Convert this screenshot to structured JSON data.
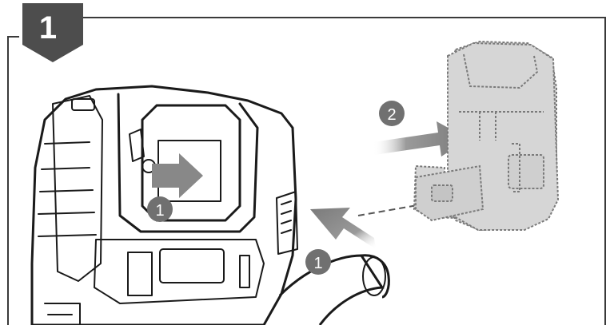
{
  "step": {
    "number": "1"
  },
  "callouts": {
    "trigger_press": "1",
    "insert_battery": "2",
    "release_tab": "1"
  },
  "colors": {
    "frame": "#3a3a3a",
    "step_badge_fill": "#4d4d4d",
    "step_badge_text": "#ffffff",
    "callout_fill": "#707070",
    "callout_text": "#ffffff",
    "arrow_fill": "#8c8c8c",
    "tool_stroke": "#1a1a1a",
    "battery_fill": "#d6d6d6",
    "battery_stroke": "#7a7a7a"
  },
  "icons": {
    "step_badge": "shield-badge-icon",
    "callout": "numbered-circle-icon",
    "arrow": "insert-arrow-icon",
    "battery": "battery-pack-icon",
    "tool": "jigsaw-icon"
  }
}
